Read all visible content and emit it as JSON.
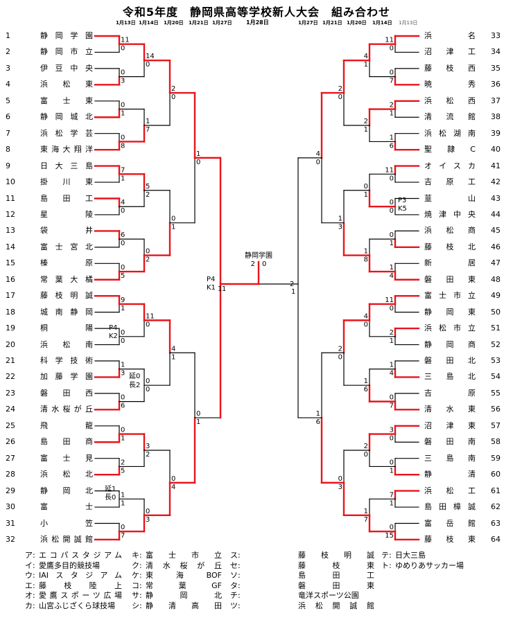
{
  "title": "令和5年度　静岡県高等学校新人大会　組み合わせ",
  "dates_left": [
    "1月13日",
    "1月14日",
    "1月20日",
    "1月21日",
    "1月27日"
  ],
  "date_final": "1月28日",
  "dates_right": [
    "1月27日",
    "1月21日",
    "1月20日",
    "1月14日",
    "1月13日"
  ],
  "champion": {
    "name": "静岡学園",
    "score": "2　0"
  },
  "teams_left": [
    {
      "no": "1",
      "name": "静岡学園"
    },
    {
      "no": "2",
      "name": "静岡市立"
    },
    {
      "no": "3",
      "name": "伊豆中央"
    },
    {
      "no": "4",
      "name": "浜松東"
    },
    {
      "no": "5",
      "name": "富士東"
    },
    {
      "no": "6",
      "name": "静岡城北"
    },
    {
      "no": "7",
      "name": "浜松学芸"
    },
    {
      "no": "8",
      "name": "東海大翔洋"
    },
    {
      "no": "9",
      "name": "日大三島"
    },
    {
      "no": "10",
      "name": "掛川東"
    },
    {
      "no": "11",
      "name": "島田工"
    },
    {
      "no": "12",
      "name": "星陵"
    },
    {
      "no": "13",
      "name": "袋井"
    },
    {
      "no": "14",
      "name": "富士宮北"
    },
    {
      "no": "15",
      "name": "榛原"
    },
    {
      "no": "16",
      "name": "常葉大橘"
    },
    {
      "no": "17",
      "name": "藤枝明誠"
    },
    {
      "no": "18",
      "name": "城南静岡"
    },
    {
      "no": "19",
      "name": "桐陽"
    },
    {
      "no": "20",
      "name": "浜松南"
    },
    {
      "no": "21",
      "name": "科学技術"
    },
    {
      "no": "22",
      "name": "加藤学園"
    },
    {
      "no": "23",
      "name": "磐田西"
    },
    {
      "no": "24",
      "name": "清水桜が丘"
    },
    {
      "no": "25",
      "name": "飛龍"
    },
    {
      "no": "26",
      "name": "島田商"
    },
    {
      "no": "27",
      "name": "富士見"
    },
    {
      "no": "28",
      "name": "浜松北"
    },
    {
      "no": "29",
      "name": "静岡北"
    },
    {
      "no": "30",
      "name": "富士"
    },
    {
      "no": "31",
      "name": "小笠"
    },
    {
      "no": "32",
      "name": "浜松開誠館"
    }
  ],
  "teams_right": [
    {
      "no": "33",
      "name": "浜名"
    },
    {
      "no": "34",
      "name": "沼津工"
    },
    {
      "no": "35",
      "name": "藤枝西"
    },
    {
      "no": "36",
      "name": "暁秀"
    },
    {
      "no": "37",
      "name": "浜松西"
    },
    {
      "no": "38",
      "name": "清流館"
    },
    {
      "no": "39",
      "name": "浜松湖南"
    },
    {
      "no": "40",
      "name": "聖隷C"
    },
    {
      "no": "41",
      "name": "オイスカ"
    },
    {
      "no": "42",
      "name": "吉原工"
    },
    {
      "no": "43",
      "name": "韮山"
    },
    {
      "no": "44",
      "name": "焼津中央"
    },
    {
      "no": "45",
      "name": "浜松商"
    },
    {
      "no": "46",
      "name": "藤枝北"
    },
    {
      "no": "47",
      "name": "新居"
    },
    {
      "no": "48",
      "name": "磐田東"
    },
    {
      "no": "49",
      "name": "富士市立"
    },
    {
      "no": "50",
      "name": "静岡東"
    },
    {
      "no": "51",
      "name": "浜松市立"
    },
    {
      "no": "52",
      "name": "静岡商"
    },
    {
      "no": "53",
      "name": "磐田北"
    },
    {
      "no": "54",
      "name": "三島北"
    },
    {
      "no": "55",
      "name": "吉原"
    },
    {
      "no": "56",
      "name": "清水東"
    },
    {
      "no": "57",
      "name": "沼津東"
    },
    {
      "no": "58",
      "name": "磐田南"
    },
    {
      "no": "59",
      "name": "三島南"
    },
    {
      "no": "60",
      "name": "静清"
    },
    {
      "no": "61",
      "name": "浜松工"
    },
    {
      "no": "62",
      "name": "島田樟誠"
    },
    {
      "no": "63",
      "name": "富岳館"
    },
    {
      "no": "64",
      "name": "藤枝東"
    }
  ],
  "scores_left": {
    "r1": [
      [
        "11",
        "0"
      ],
      [
        "0",
        "3"
      ],
      [
        "0",
        "1"
      ],
      [
        "0",
        "8"
      ],
      [
        "7",
        "1"
      ],
      [
        "4",
        "0"
      ],
      [
        "6",
        "0"
      ],
      [
        "0",
        "5"
      ],
      [
        "9",
        "1"
      ],
      [
        "0",
        "0"
      ],
      [
        "1",
        "3"
      ],
      [
        "0",
        "6"
      ],
      [
        "0",
        "1"
      ],
      [
        "2",
        "5"
      ],
      [
        "1",
        "1"
      ],
      [
        "0",
        "7"
      ]
    ],
    "r2": [
      [
        "14",
        "0"
      ],
      [
        "1",
        "7"
      ],
      [
        "5",
        "2"
      ],
      [
        "0",
        "2"
      ],
      [
        "11",
        "0"
      ],
      [
        "0",
        "0"
      ],
      [
        "3",
        "2"
      ],
      [
        "0",
        "3"
      ]
    ],
    "r3": [
      [
        "2",
        "0"
      ],
      [
        "0",
        "1"
      ],
      [
        "4",
        "1"
      ],
      [
        "0",
        "4"
      ]
    ],
    "r4": [
      [
        "1",
        "0"
      ],
      [
        "0",
        "1"
      ]
    ],
    "sf": [
      "1",
      "1"
    ]
  },
  "scores_right": {
    "r1": [
      [
        "11",
        "0"
      ],
      [
        "0",
        "7"
      ],
      [
        "2",
        "1"
      ],
      [
        "1",
        "6"
      ],
      [
        "11",
        "0"
      ],
      [
        "0",
        "0"
      ],
      [
        "0",
        "1"
      ],
      [
        "1",
        "4"
      ],
      [
        "11",
        "0"
      ],
      [
        "2",
        "1"
      ],
      [
        "1",
        "4"
      ],
      [
        "0",
        "7"
      ],
      [
        "3",
        "0"
      ],
      [
        "0",
        "1"
      ],
      [
        "7",
        "1"
      ],
      [
        "0",
        "15"
      ]
    ],
    "r2": [
      [
        "4",
        "1"
      ],
      [
        "2",
        "1"
      ],
      [
        "0",
        "1"
      ],
      [
        "1",
        "8"
      ],
      [
        "4",
        "0"
      ],
      [
        "1",
        "6"
      ],
      [
        "2",
        "0"
      ],
      [
        "1",
        "7"
      ]
    ],
    "r3": [
      [
        "2",
        "0"
      ],
      [
        "1",
        "3"
      ],
      [
        "2",
        "0"
      ],
      [
        "0",
        "3"
      ]
    ],
    "r4": [
      [
        "4",
        "0"
      ],
      [
        "1",
        "6"
      ]
    ],
    "sf": [
      "2",
      "1"
    ]
  },
  "annotations": {
    "left_sf_pk": [
      "P4",
      "K1"
    ],
    "left_r1_pk": [
      "P4",
      "K2"
    ],
    "left_r2_et": [
      "延0",
      "長2"
    ],
    "left_r1_et": [
      "延1",
      "長0"
    ],
    "right_r1_pk": [
      "P3",
      "K5"
    ]
  },
  "venues_left": [
    {
      "code": "ア:",
      "name": "エコパスタジアム"
    },
    {
      "code": "イ:",
      "name": "愛鷹多目的競技場"
    },
    {
      "code": "ウ:",
      "name": "IAIスタジアム"
    },
    {
      "code": "エ:",
      "name": "藤枝陸上"
    },
    {
      "code": "オ:",
      "name": "愛鷹スポーツ広場"
    },
    {
      "code": "カ:",
      "name": "山宮ふじざくら球技場"
    }
  ],
  "venues_mid": [
    {
      "code": "キ:",
      "name": "富士市立"
    },
    {
      "code": "ク:",
      "name": "清水桜が丘"
    },
    {
      "code": "ケ:",
      "name": "東海BOF"
    },
    {
      "code": "コ:",
      "name": "常葉GF"
    },
    {
      "code": "サ:",
      "name": "静岡北"
    },
    {
      "code": "シ:",
      "name": "静清高田"
    }
  ],
  "venues_mid2": [
    {
      "code": "ス:",
      "name": "藤枝明誠"
    },
    {
      "code": "セ:",
      "name": "藤枝東"
    },
    {
      "code": "ソ:",
      "name": "島田工"
    },
    {
      "code": "タ:",
      "name": "磐田東"
    },
    {
      "code": "チ:",
      "name": "竜洋スポーツ公園"
    },
    {
      "code": "ツ:",
      "name": "浜松開誠館"
    }
  ],
  "venues_right": [
    {
      "code": "テ:",
      "name": "日大三島"
    },
    {
      "code": "ト:",
      "name": "ゆめりあサッカー場"
    }
  ],
  "colors": {
    "winner": "#e8141b",
    "loser": "#000000"
  }
}
